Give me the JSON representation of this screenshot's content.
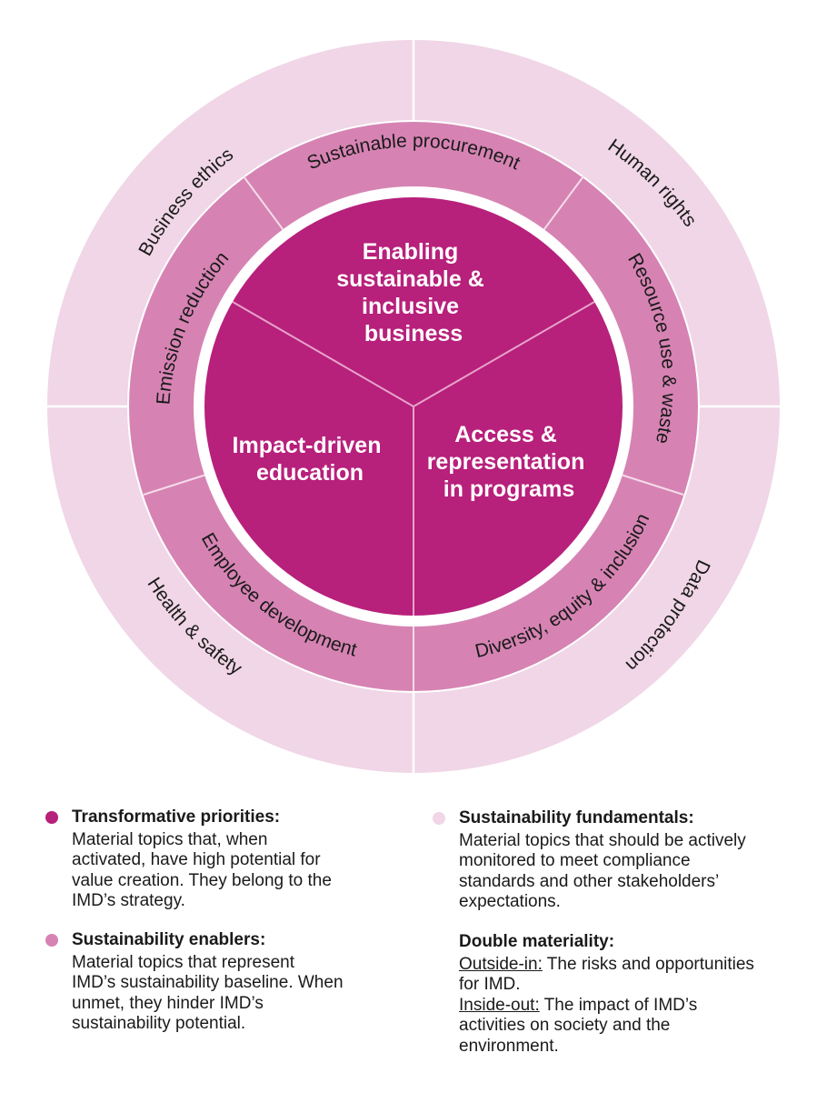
{
  "colors": {
    "core": "#b7207b",
    "enabler": "#d683b3",
    "fundamental": "#f0d6e6",
    "divider": "#ffffff"
  },
  "diagram": {
    "core": [
      {
        "id": "top",
        "lines": [
          "Enabling",
          "sustainable &",
          "inclusive",
          "business"
        ]
      },
      {
        "id": "left",
        "lines": [
          "Impact-driven",
          "education"
        ]
      },
      {
        "id": "right",
        "lines": [
          "Access &",
          "representation",
          "in programs"
        ]
      }
    ],
    "enablers": [
      "Sustainable procurement",
      "Resource use & waste",
      "Diversity, equity & inclusion",
      "Employee development",
      "Emission reduction"
    ],
    "fundamentals": [
      "Business ethics",
      "Human rights",
      "Data protection",
      "Health & safety"
    ]
  },
  "legend": {
    "transformative": {
      "heading": "Transformative priorities:",
      "lines": [
        "Material topics that, when",
        "activated, have high potential for",
        "value creation. They belong to the",
        "IMD’s strategy."
      ]
    },
    "enablers": {
      "heading": "Sustainability enablers:",
      "lines": [
        "Material topics that represent",
        "IMD’s sustainability baseline. When",
        "unmet, they hinder IMD’s",
        "sustainability potential."
      ]
    },
    "fundamentals": {
      "heading": "Sustainability fundamentals:",
      "lines": [
        "Material topics that should be actively",
        "monitored to meet compliance",
        "standards and other stakeholders’",
        "expectations."
      ]
    },
    "double": {
      "heading": "Double materiality:",
      "outside_label": "Outside-in:",
      "outside_line1": " The risks and opportunities",
      "outside_line2": "for IMD.",
      "inside_label": "Inside-out:",
      "inside_line1": " The impact of IMD’s",
      "inside_line2": "activities on society and the",
      "inside_line3": "environment."
    }
  }
}
